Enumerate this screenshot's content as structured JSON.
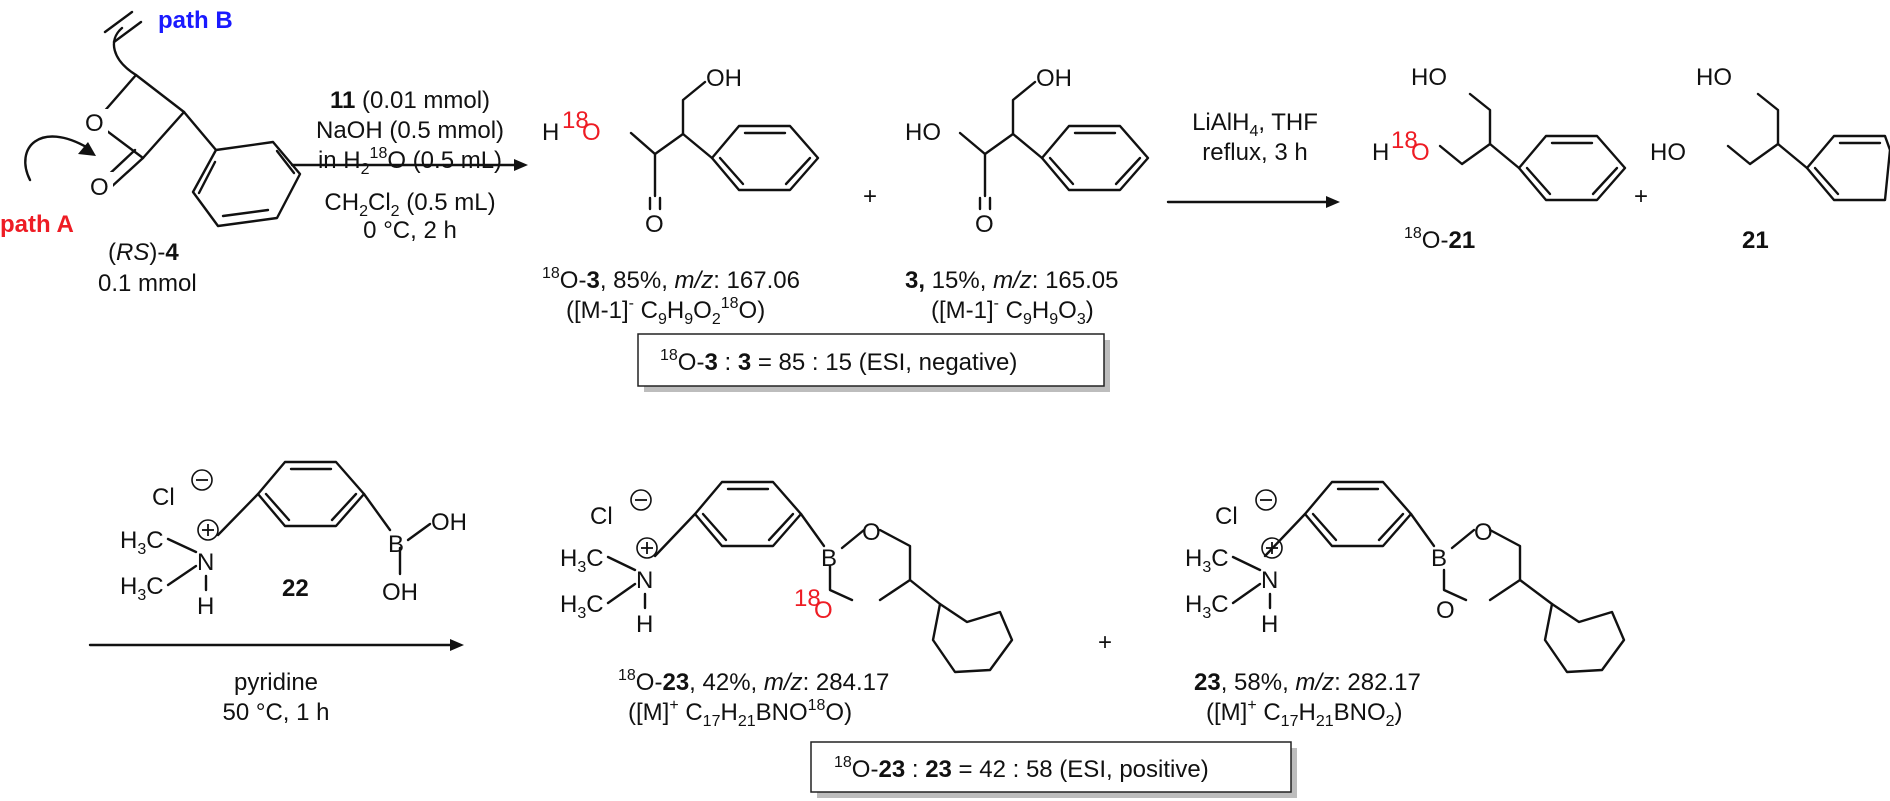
{
  "reaction1": {
    "path_b": "path B",
    "path_a": "path A",
    "sm_label_html": "(<tspan font-style='italic'>RS</tspan>)-<tspan font-weight='bold'>4</tspan>",
    "sm_amount": "0.1 mmol",
    "cond_line1_html": "<tspan font-weight='bold'>11</tspan> (0.01 mmol)",
    "cond_line2": "NaOH (0.5 mmol)",
    "cond_line3_html": "in H<tspan font-size='16' dy='6'>2</tspan><tspan font-size='16' dy='-16'>18</tspan><tspan dy='10'>O (0.5 mL)</tspan>",
    "cond_line4_html": "CH<tspan font-size='16' dy='6'>2</tspan><tspan dy='-6'>Cl</tspan><tspan font-size='16' dy='6'>2</tspan><tspan dy='-6'> (0.5 mL)</tspan>",
    "cond_line5": "0 °C, 2 h",
    "p1_label_html": "<tspan font-size='16' dy='-10'>18</tspan><tspan dy='10'>O-</tspan><tspan font-weight='bold'>3</tspan>, 85%, <tspan font-style='italic'>m/z</tspan>: 167.06",
    "p1_formula_html": "([M-1]<tspan font-size='16' dy='-10'>-</tspan><tspan dy='10'> C</tspan><tspan font-size='16' dy='6'>9</tspan><tspan dy='-6'>H</tspan><tspan font-size='16' dy='6'>9</tspan><tspan dy='-6'>O</tspan><tspan font-size='16' dy='6'>2</tspan><tspan font-size='16' dy='-16'>18</tspan><tspan dy='10'>O)</tspan>",
    "p2_label_html": "<tspan font-weight='bold'>3,</tspan> 15%, <tspan font-style='italic'>m/z</tspan>: 165.05",
    "p2_formula_html": "([M-1]<tspan font-size='16' dy='-10'>-</tspan><tspan dy='10'> C</tspan><tspan font-size='16' dy='6'>9</tspan><tspan dy='-6'>H</tspan><tspan font-size='16' dy='6'>9</tspan><tspan dy='-6'>O</tspan><tspan font-size='16' dy='6'>3</tspan><tspan dy='-6'>)</tspan>",
    "ratio_html": "<tspan font-size='16' dy='-10'>18</tspan><tspan dy='10'>O-</tspan><tspan font-weight='bold'>3</tspan> : <tspan font-weight='bold'>3</tspan> = 85 : 15 (ESI, negative)",
    "reduction_line1_html": "LiAlH<tspan font-size='16' dy='6'>4</tspan><tspan dy='-6'>, THF</tspan>",
    "reduction_line2": "reflux, 3 h",
    "p3_label_html": "<tspan font-size='16' dy='-10'>18</tspan><tspan dy='10'>O-</tspan><tspan font-weight='bold'>21</tspan>",
    "p4_label": "21"
  },
  "reaction2": {
    "reagent_label": "22",
    "cond_line1": "pyridine",
    "cond_line2": "50 °C, 1 h",
    "p5_label_html": "<tspan font-size='16' dy='-10'>18</tspan><tspan dy='10'>O-</tspan><tspan font-weight='bold'>23</tspan>, 42%, <tspan font-style='italic'>m/z</tspan>: 284.17",
    "p5_formula_html": "([M]<tspan font-size='16' dy='-10'>+</tspan><tspan dy='10'> C</tspan><tspan font-size='16' dy='6'>17</tspan><tspan dy='-6'>H</tspan><tspan font-size='16' dy='6'>21</tspan><tspan dy='-6'>BNO</tspan><tspan font-size='16' dy='-10'>18</tspan><tspan dy='10'>O)</tspan>",
    "p6_label_html": "<tspan font-weight='bold'>23</tspan>, 58%, <tspan font-style='italic'>m/z</tspan>: 282.17",
    "p6_formula_html": "([M]<tspan font-size='16' dy='-10'>+</tspan><tspan dy='10'> C</tspan><tspan font-size='16' dy='6'>17</tspan><tspan dy='-6'>H</tspan><tspan font-size='16' dy='6'>21</tspan><tspan dy='-6'>BNO</tspan><tspan font-size='16' dy='6'>2</tspan><tspan dy='-6'>)</tspan>",
    "ratio_html": "<tspan font-size='16' dy='-10'>18</tspan><tspan dy='10'>O-</tspan><tspan font-weight='bold'>23</tspan> : <tspan font-weight='bold'>23</tspan> = 42 : 58 (ESI, positive)"
  },
  "atoms": {
    "O": "O",
    "OH": "OH",
    "HO": "HO",
    "H": "H",
    "B": "B",
    "N": "N",
    "Cl": "Cl",
    "iso": "18",
    "H3C_html": "H<tspan font-size='16' dy='6'>3</tspan><tspan dy='-6'>C</tspan>"
  },
  "colors": {
    "isotope": "#ee1c24",
    "path_b": "#1a1aff",
    "path_a": "#ee1c24",
    "text": "#111111"
  }
}
